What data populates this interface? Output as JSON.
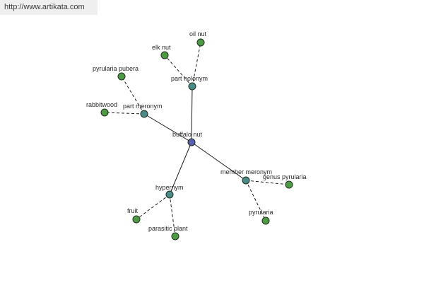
{
  "header": {
    "url": "http://www.artikata.com"
  },
  "colors": {
    "center": "#5a5fb0",
    "relation": "#4a8a88",
    "leaf": "#4f9a45"
  },
  "graph": {
    "center": "buffalo nut",
    "relations": [
      "part holonym",
      "part meronym",
      "hypernym",
      "member meronym"
    ],
    "leaves": [
      "oil nut",
      "elk nut",
      "pyrularia pubera",
      "rabbitwood",
      "fruit",
      "parasitic plant",
      "genus pyrularia",
      "pyrularia"
    ]
  }
}
